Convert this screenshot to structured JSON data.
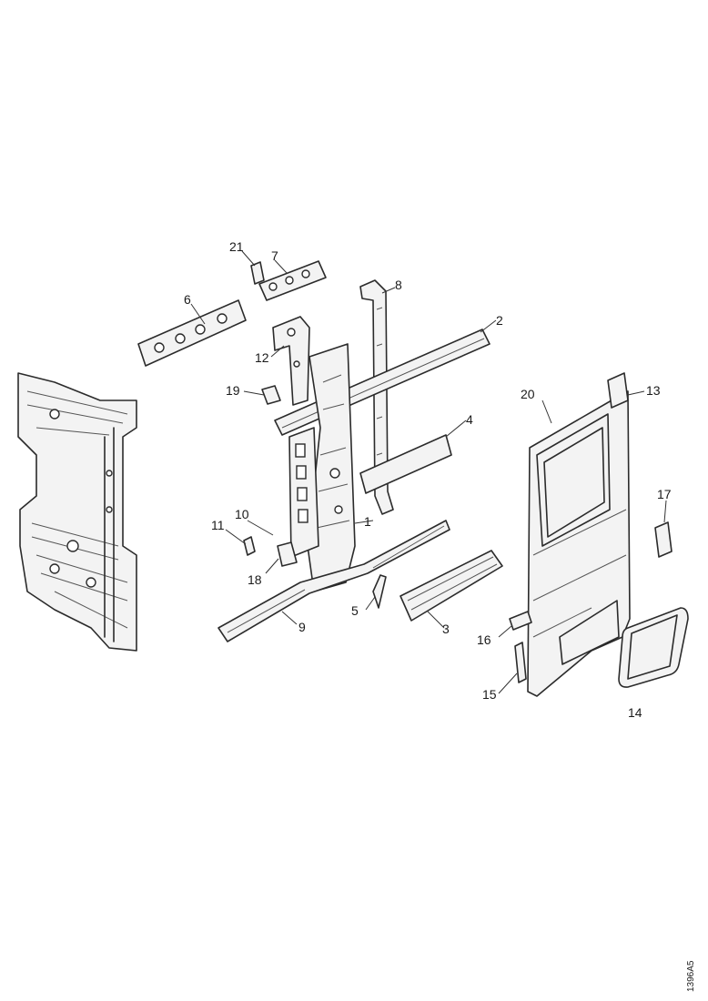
{
  "figure": {
    "reference_code": "1396A5",
    "callouts": [
      {
        "id": "c1",
        "label": "1"
      },
      {
        "id": "c2",
        "label": "2"
      },
      {
        "id": "c3",
        "label": "3"
      },
      {
        "id": "c4",
        "label": "4"
      },
      {
        "id": "c5",
        "label": "5"
      },
      {
        "id": "c6",
        "label": "6"
      },
      {
        "id": "c7",
        "label": "7"
      },
      {
        "id": "c8",
        "label": "8"
      },
      {
        "id": "c9",
        "label": "9"
      },
      {
        "id": "c10",
        "label": "10"
      },
      {
        "id": "c11",
        "label": "11"
      },
      {
        "id": "c12",
        "label": "12"
      },
      {
        "id": "c13",
        "label": "13"
      },
      {
        "id": "c14",
        "label": "14"
      },
      {
        "id": "c15",
        "label": "15"
      },
      {
        "id": "c16",
        "label": "16"
      },
      {
        "id": "c17",
        "label": "17"
      },
      {
        "id": "c18",
        "label": "18"
      },
      {
        "id": "c19",
        "label": "19"
      },
      {
        "id": "c20",
        "label": "20"
      },
      {
        "id": "c21",
        "label": "21"
      }
    ]
  }
}
